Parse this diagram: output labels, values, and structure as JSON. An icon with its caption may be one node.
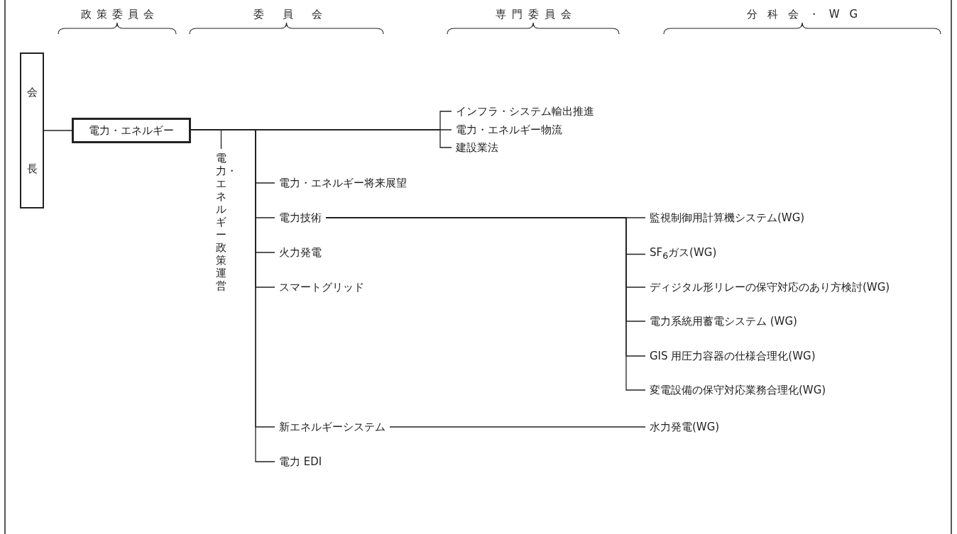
{
  "diagram": {
    "nodes": [
      {
        "text": [
          "会長"
        ]
      },
      {
        "text": [
          "電力・エネルギー"
        ]
      },
      {
        "text": [
          "電力・エネルギー政策運営"
        ]
      },
      {
        "text": [
          "電力・エネルギー将来展望"
        ]
      },
      {
        "text": [
          "電力技術"
        ]
      },
      {
        "text": [
          "火力発電"
        ]
      },
      {
        "text": [
          "スマートグリッド"
        ]
      },
      {
        "text": [
          "新エネルギーシステム"
        ]
      },
      {
        "text": [
          "電力 EDI"
        ]
      },
      {
        "text": [
          "インフラ・システム輸出推進"
        ]
      },
      {
        "text": [
          "電力・エネルギー物流"
        ]
      },
      {
        "text": [
          "建設業法"
        ]
      },
      {
        "text": [
          "監視制御用計算機システム(WG)"
        ]
      },
      {
        "text": [
          "SF$_{6}$ガス(WG)"
        ]
      },
      {
        "text": [
          "ディジタル形リレーの保守対応のあり方検討(WG)"
        ]
      },
      {
        "text": [
          "電力系統用蓄電システム (WG)"
        ]
      },
      {
        "text": [
          "GIS 用圧力容器の仕様合理化(WG)"
        ]
      },
      {
        "text": [
          "変電設備の保守対応業務合理化(WG)"
        ]
      },
      {
        "text": [
          "水力発電(WG)"
        ]
      }
    ],
    "edges": [
      {
        "from": 0,
        "to": 1,
        "arrow": "none"
      },
      {
        "from": 1,
        "to": 2,
        "arrow": "none"
      },
      {
        "from": 1,
        "to": 3,
        "arrow": "none"
      },
      {
        "from": 1,
        "to": 4,
        "arrow": "none"
      },
      {
        "from": 1,
        "to": 5,
        "arrow": "none"
      },
      {
        "from": 1,
        "to": 6,
        "arrow": "none"
      },
      {
        "from": 1,
        "to": 7,
        "arrow": "none"
      },
      {
        "from": 1,
        "to": 8,
        "arrow": "none"
      },
      {
        "from": 1,
        "to": 9,
        "arrow": "none"
      },
      {
        "from": 1,
        "to": 10,
        "arrow": "none"
      },
      {
        "from": 1,
        "to": 11,
        "arrow": "none"
      },
      {
        "from": 4,
        "to": 12,
        "arrow": "none"
      },
      {
        "from": 4,
        "to": 13,
        "arrow": "none"
      },
      {
        "from": 4,
        "to": 14,
        "arrow": "none"
      },
      {
        "from": 4,
        "to": 15,
        "arrow": "none"
      },
      {
        "from": 4,
        "to": 16,
        "arrow": "none"
      },
      {
        "from": 4,
        "to": 17,
        "arrow": "none"
      },
      {
        "from": 7,
        "to": 18,
        "arrow": "none"
      }
    ],
    "labels": [
      "政策委員会",
      "委員会",
      "専門委員会",
      "分科会・WG"
    ]
  }
}
